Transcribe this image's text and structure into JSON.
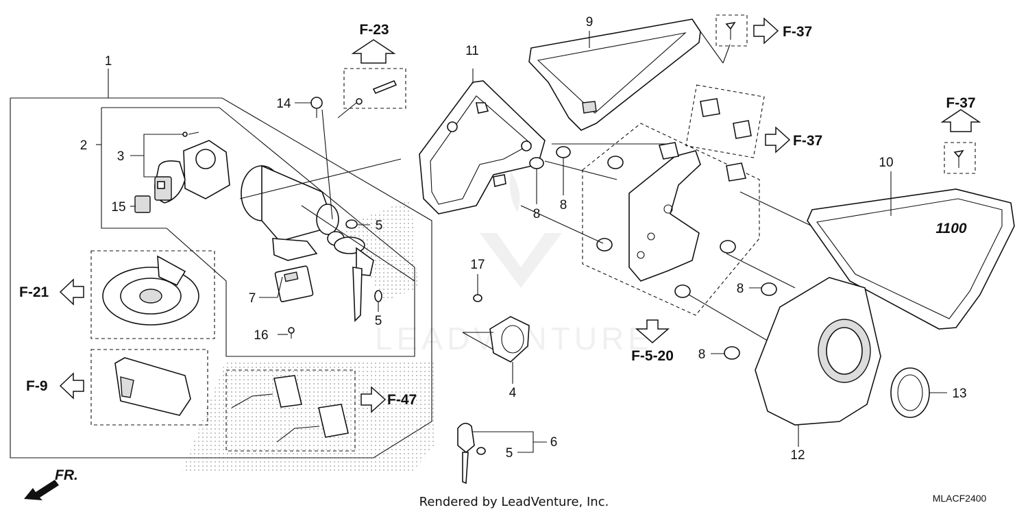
{
  "diagram": {
    "callouts": [
      "1",
      "2",
      "3",
      "4",
      "5",
      "5",
      "5",
      "6",
      "7",
      "8",
      "8",
      "8",
      "8",
      "9",
      "10",
      "11",
      "12",
      "13",
      "14",
      "15",
      "16",
      "17"
    ],
    "refs": {
      "f23": "F-23",
      "f37_top": "F-37",
      "f37_mid": "F-37",
      "f37_right": "F-37",
      "f21": "F-21",
      "f9": "F-9",
      "f47": "F-47",
      "f520": "F-5-20"
    },
    "direction_label": "FR.",
    "emblem_text": "1100",
    "watermark": "LEADVENTURE",
    "footer": "Rendered by LeadVenture, Inc.",
    "diagram_code": "MLACF2400"
  }
}
